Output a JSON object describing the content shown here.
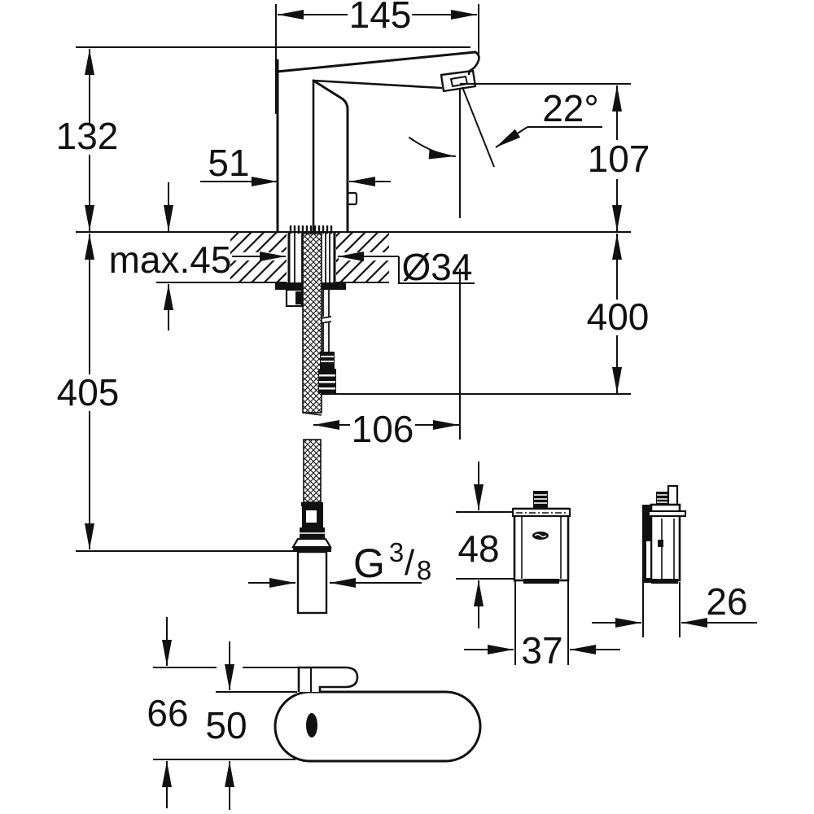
{
  "labels": {
    "spout_reach": "145",
    "spout_height": "132",
    "body_depth": "51",
    "spray_angle": "22°",
    "outlet_height": "107",
    "deck_max_thickness": "max.45",
    "hole_diameter": "Ø34",
    "cable_length": "400",
    "hose_length": "405",
    "outlet_offset": "106",
    "thread_letter": "G",
    "thread_numerator": "3",
    "thread_slash": "/",
    "thread_denominator": "8",
    "control_box_height": "48",
    "control_box_width": "37",
    "control_box_depth": "26",
    "top_view_depth_total": "66",
    "top_view_body_depth": "50"
  },
  "colors": {
    "ink": "#111111",
    "paper": "#ffffff"
  }
}
